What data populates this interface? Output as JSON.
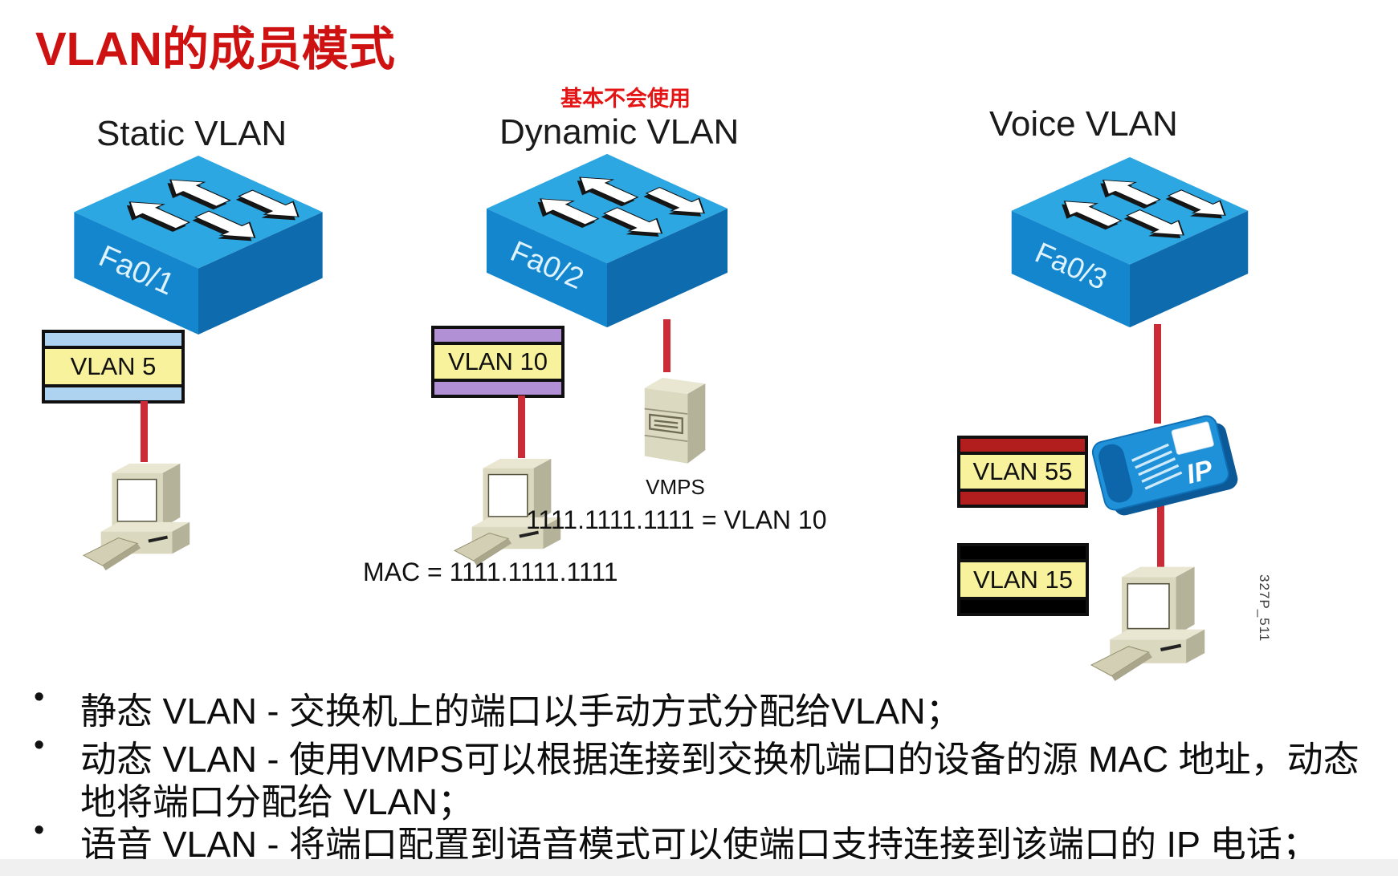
{
  "slide": {
    "title": "VLAN的成员模式",
    "annotation": "基本不会使用",
    "figure_id": "327P_511"
  },
  "static_section": {
    "heading": "Static VLAN",
    "port": "Fa0/1",
    "vlan_box": "VLAN 5"
  },
  "dynamic_section": {
    "heading": "Dynamic VLAN",
    "port": "Fa0/2",
    "vlan_box": "VLAN 10",
    "server": "VMPS",
    "mapping": "1111.1111.1111 = VLAN 10",
    "mac": "MAC = 1111.1111.1111"
  },
  "voice_section": {
    "heading": "Voice VLAN",
    "port": "Fa0/3",
    "voice_vlan_box": "VLAN 55",
    "data_vlan_box": "VLAN 15",
    "phone_label": "IP"
  },
  "bullets": {
    "marker": "•",
    "item1_line1": "静态 VLAN - 交换机上的端口以手动方式分配给VLAN；",
    "item2_line1": "动态 VLAN - 使用VMPS可以根据连接到交换机端口的设备的源 MAC 地址，动态",
    "item2_line2": "地将端口分配给 VLAN；",
    "item3_line1": "语音 VLAN - 将端口配置到语音模式可以使端口支持连接到该端口的 IP 电话；"
  },
  "colors": {
    "title_red": "#ce1111",
    "annotation_red": "#e51515",
    "connection_red": "#ca2b36",
    "switch_blue_top": "#2da7e2",
    "switch_blue_front": "#1486cd",
    "switch_blue_side": "#0e6cae",
    "vlan_label_yellow": "#f7f29b",
    "static_stripe_blue": "#aed3f0",
    "dynamic_stripe_purple": "#b190d6",
    "voice_stripe_darkred": "#b21d1d",
    "data_stripe_black": "#000000",
    "device_beige": "#dbd8c0",
    "phone_blue": "#1e91d8"
  }
}
